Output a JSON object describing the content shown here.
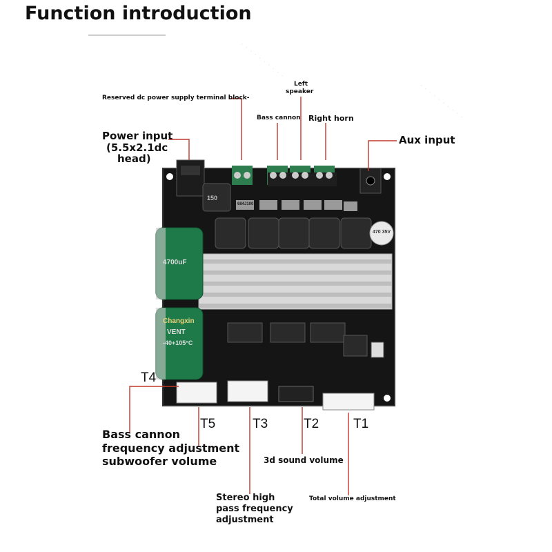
{
  "title": "Function introduction",
  "labels": {
    "reserved_dc": "Reserved dc power supply terminal block-",
    "left_speaker_line1": "Left",
    "left_speaker_line2": "speaker",
    "bass_cannon_top": "Bass cannon",
    "right_horn": "Right horn",
    "power_input_line1": "Power input",
    "power_input_line2": "(5.5x2.1dc",
    "power_input_line3": "head)",
    "aux_input": "Aux input",
    "bass_freq_line1": "Bass cannon",
    "bass_freq_line2": "frequency adjustment",
    "bass_freq_line3": "subwoofer volume",
    "sound_3d": "3d sound volume",
    "stereo_line1": "Stereo high",
    "stereo_line2": "pass frequency",
    "stereo_line3": "adjustment",
    "total_volume": "Total volume adjustment"
  },
  "knobs": {
    "t1": "T1",
    "t2": "T2",
    "t3": "T3",
    "t4": "T4",
    "t5": "T5"
  },
  "board": {
    "inductor_marking": "150",
    "smd_marking": "684J100",
    "cap_brand": "Changxin",
    "cap_text_1": "VENT",
    "cap_text_2": "-40+105°C",
    "cap_text_3": "4700uF",
    "small_cap_text": "470 35V"
  },
  "colors": {
    "pcb": "#111111",
    "heatsink": "#d4d4d4",
    "cap_green": "#1f7a4a",
    "leader_red": "#c0392b",
    "terminal_green": "#2e7d4f"
  }
}
